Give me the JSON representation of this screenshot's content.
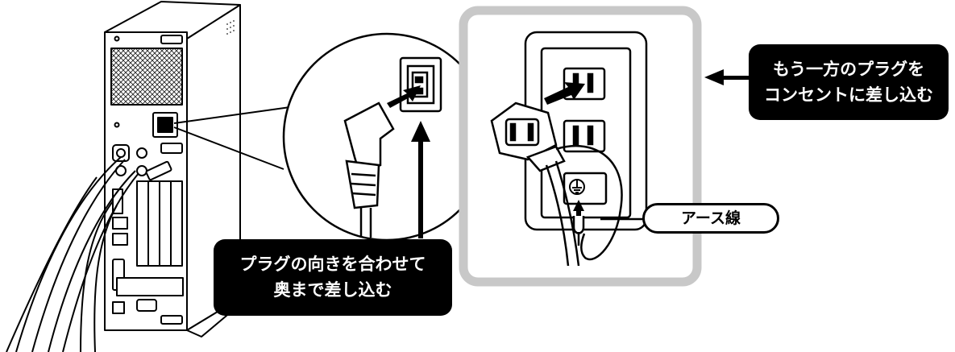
{
  "callouts": {
    "outlet": {
      "line1": "もう一方のプラグを",
      "line2": "コンセントに差し込む"
    },
    "plug": {
      "line1": "プラグの向きを合わせて",
      "line2": "奥まで差し込む"
    }
  },
  "labels": {
    "earth_wire": "アース線"
  },
  "colors": {
    "frame": "#c8c8c8",
    "callout_bg": "#000000",
    "callout_text": "#ffffff",
    "line": "#000000"
  },
  "icons": [
    "pc-tower",
    "ac-inlet",
    "power-plug",
    "wall-outlet",
    "ground-symbol",
    "arrow"
  ]
}
